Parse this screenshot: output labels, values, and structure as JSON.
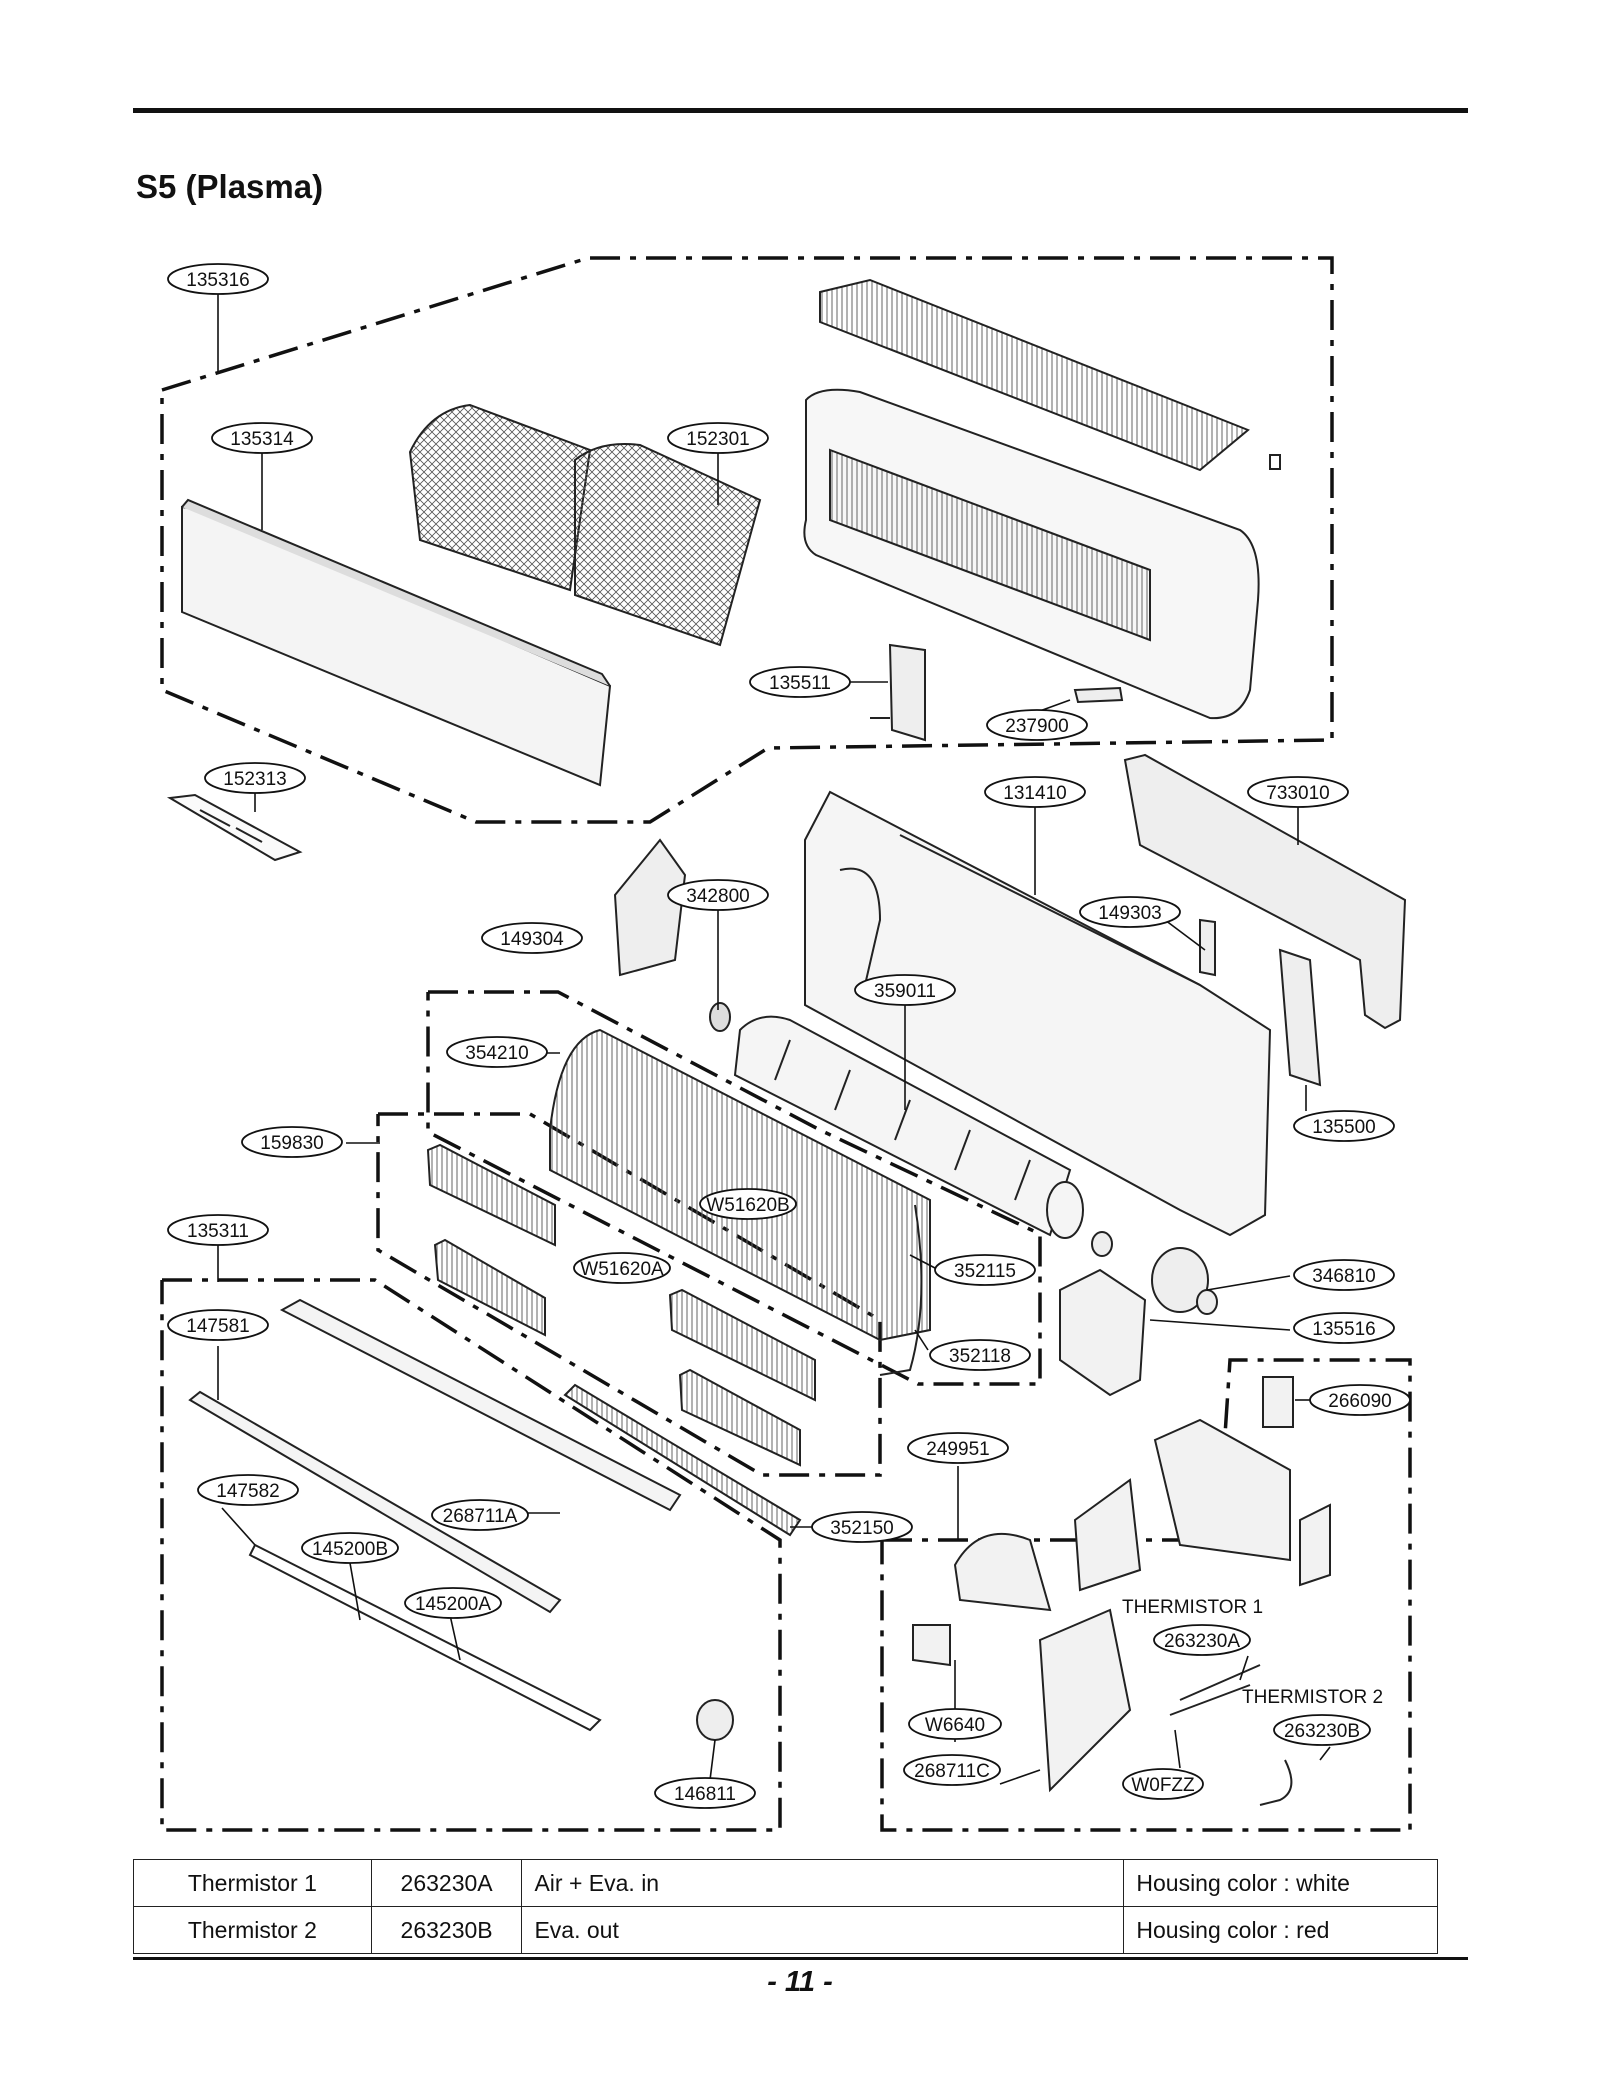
{
  "header": {
    "title": "S5 (Plasma)"
  },
  "labels": {
    "l135316": "135316",
    "l135314": "135314",
    "l152301": "152301",
    "l135511": "135511",
    "l237900": "237900",
    "l152313": "152313",
    "l131410": "131410",
    "l733010": "733010",
    "l342800": "342800",
    "l149304": "149304",
    "l149303": "149303",
    "l359011": "359011",
    "l354210": "354210",
    "l135500": "135500",
    "l159830": "159830",
    "l W51620B": "",
    "lW51620B": "W51620B",
    "l135311": "135311",
    "lW51620A": "W51620A",
    "l352115": "352115",
    "l346810": "346810",
    "l147581": "147581",
    "l135516": "135516",
    "l352118": "352118",
    "l266090": "266090",
    "l249951": "249951",
    "l147582": "147582",
    "l268711A": "268711A",
    "l352150": "352150",
    "l145200B": "145200B",
    "l145200A": "145200A",
    "l263230A": "263230A",
    "l263230B": "263230B",
    "lW6640": "W6640",
    "l268711C": "268711C",
    "lW0FZZ": "W0FZZ",
    "l146811": "146811",
    "thermistor1_caption": "THERMISTOR 1",
    "thermistor2_caption": "THERMISTOR 2"
  },
  "table": {
    "rows": [
      {
        "name": "Thermistor 1",
        "code": "263230A",
        "location": "Air + Eva. in",
        "housing": "Housing color : white"
      },
      {
        "name": "Thermistor 2",
        "code": "263230B",
        "location": "Eva. out",
        "housing": "Housing color : red"
      }
    ]
  },
  "footer": {
    "page_number": "- 11 -"
  }
}
